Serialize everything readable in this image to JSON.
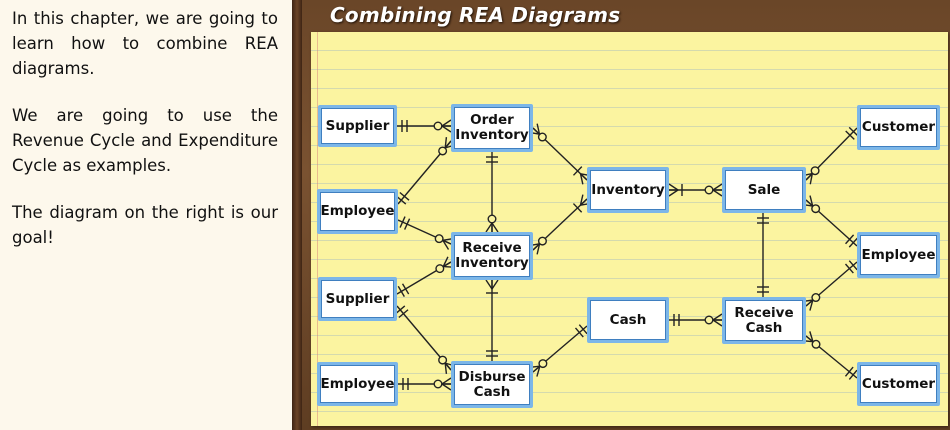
{
  "left_text": {
    "p1": "In this chapter, we are going to learn how to combine REA diagrams.",
    "p2": "We are going to use the Revenue Cycle and Expenditure Cycle as examples.",
    "p3": "The diagram on the right is our goal!"
  },
  "slide_title": "Combining REA Diagrams",
  "colors": {
    "paper": "#fbf4a0",
    "box_border": "#7cb6e8",
    "wood": "#6a4628",
    "line": "#222222"
  },
  "entities": {
    "supplier_top": "Supplier",
    "order_inventory": "Order\nInventory",
    "employee_left_mid": "Employee",
    "receive_inventory": "Receive\nInventory",
    "supplier_bottom": "Supplier",
    "employee_bottom": "Employee",
    "disburse_cash": "Disburse\nCash",
    "inventory": "Inventory",
    "sale": "Sale",
    "cash": "Cash",
    "receive_cash": "Receive\nCash",
    "customer_top": "Customer",
    "employee_right": "Employee",
    "customer_bottom": "Customer"
  }
}
